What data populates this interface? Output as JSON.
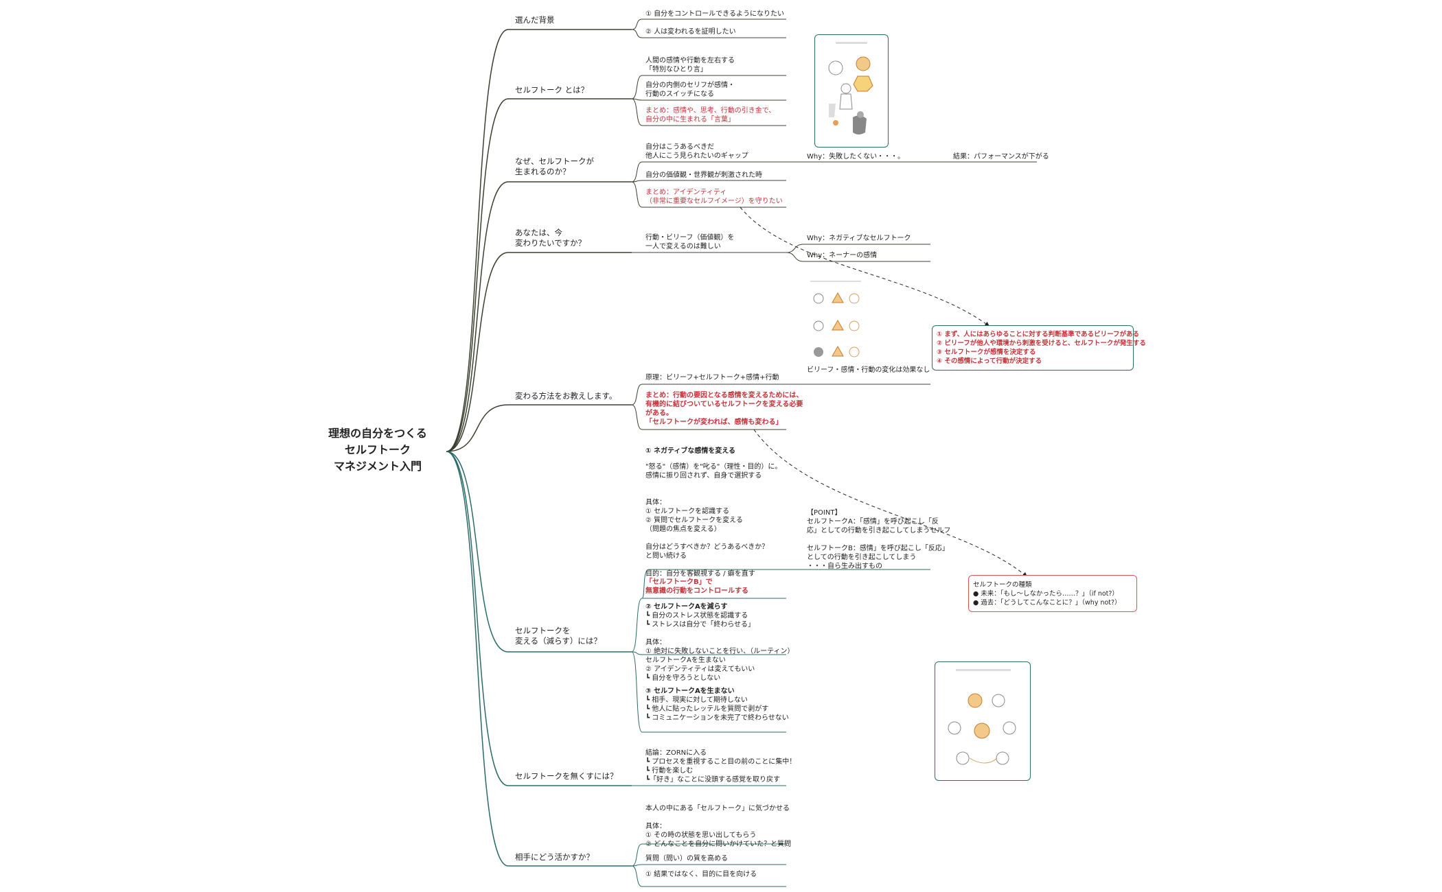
{
  "central": {
    "title": "理想の自分をつくる\nセルフトーク\nマネジメント入門"
  },
  "colors": {
    "branch_upper": "#3a4030",
    "branch_lower": "#2a6b68",
    "red_text": "#c4323a",
    "box_border": "#2f6f68",
    "box_red_border": "#e05050"
  },
  "topics": [
    "選んだ背景",
    "セルフトーク とは？",
    "なぜ、セルフトークが\n生まれるのか？",
    "あなたは、今\n変わりたいですか？",
    "変わる方法をお教えします。",
    "セルフトークを\n変える（減らす）には？",
    "セルフトークを無くすには？",
    "相手にどう活かすか？"
  ],
  "notes": {
    "bg1": "① 自分をコントロールできるようになりたい",
    "bg2": "② 人は変われるを証明したい",
    "st1": "人間の感情や行動を左右する\n「特別なひとり言」",
    "st2": "自分の内側のセリフが感情・\n行動のスイッチになる",
    "st3": "まとめ：感情や、思考、行動の引き金で、\n自分の中に生まれる「言葉」",
    "why1": "自分はこうあるべきだ\n他人にこう見られたいのギャップ",
    "why1a": "Why：失敗したくない・・・。",
    "why1b": "結果：パフォーマンスが下がる",
    "why2": "自分の価値観・世界観が刺激された時",
    "why3": "まとめ：アイデンティティ\n（非常に重要なセルフイメージ）を守りたい",
    "ch1": "行動・ビリーフ（価値観）を\n一人で変えるのは難しい",
    "ch1a": "Why：ネガティブなセルフトーク",
    "ch1b": "Why：ネーナーの感情",
    "img2cap": "ビリーフ・感情・行動の変化は効果なし",
    "m1": "原理：ビリーフ+セルフトーク+感情+行動",
    "m2": "まとめ：行動の要因となる感情を変えるためには、\n有機的に結びついているセルフトークを変える必要\nがある。\n「セルフトークが変われば、感情も変わる」",
    "box1": "① まず、人にはあらゆることに対する判断基準であるビリーフがある\n② ビリーフが他人や環境から刺激を受けると、セルフトークが発生する\n③ セルフトークが感情を決定する\n④ その感情によって行動が決定する",
    "r1head": "① ネガティブな感情を変える",
    "r1body": "\"怒る\"（感情）を\"叱る\"（理性・目的）に。\n感情に振り回されず、自身で選択する\n\n\n具体：\n① セルフトークを認識する\n② 質問でセルフトークを変える\n（問題の焦点を変える）\n\n自分はどうすべきか？どうあるべきか？\nと問い続ける\n\n目的：自分を客観視する / 癖を直す",
    "point": "【POINT】\nセルフトークA：「感情」を呼び起こし「反\n応」としての行動を引き起こしてしまうセルフ\n\nセルフトークB：感情」を呼び起こし「反応」\nとしての行動を引き起こしてしまう\n・・・自ら生み出すもの",
    "r1b": "「セルフトークB」で\n無意識の行動をコントロールする",
    "r2head": "② セルフトークAを減らす",
    "r2body": "┗ 自分のストレス状態を認識する\n┗ ストレスは自分で「終わらせる」\n\n具体：\n① 絶対に失敗しないことを行い、（ルーティン）\nセルフトークAを生まない\n② アイデンティティは変えてもいい\n┗ 自分を守ろうとしない",
    "r3head": "③ セルフトークAを生まない",
    "r3body": "┗ 相手、現実に対して期待しない\n┗ 他人に貼ったレッテルを質問で剥がす\n┗ コミュニケーションを未完了で終わらせない",
    "box2": "セルフトークの種類\n● 未来：「もし〜しなかったら……？」（if not?）\n● 過去：「どうしてこんなことに？」（why not?）",
    "el1": "結論：ZORNに入る\n┗ プロセスを重視すること目の前のことに集中！\n┗ 行動を楽しむ\n┗「好き」なことに没頭する感覚を取り戻す",
    "ap1": "本人の中にある「セルフトーク」に気づかせる\n\n具体：\n① その時の状態を思い出してもらう\n② どんなことを自分に問いかけていた？と質問",
    "ap2": "質問（問い）の質を高める",
    "ap3": "① 結果ではなく、目的に目を向ける"
  },
  "icons": [
    "illustration-selftalk-icon",
    "illustration-belief-icon",
    "illustration-identity-icon"
  ]
}
